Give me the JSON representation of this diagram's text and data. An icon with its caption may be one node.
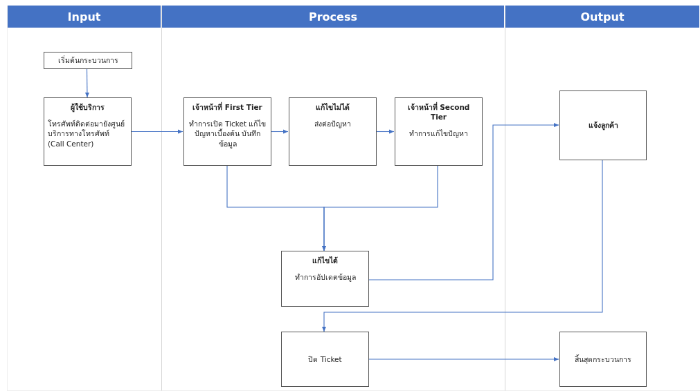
{
  "diagram": {
    "nodes": [
      {
        "text": [
          "Input"
        ]
      },
      {
        "text": [
          "Process"
        ]
      },
      {
        "text": [
          "Output"
        ]
      },
      {
        "text": [
          "เริ่มต้นกระบวนการ"
        ],
        "in": 0
      },
      {
        "text": [
          "ผู้ใช้บริการ",
          "โทรศัพท์ติดต่อมายังศูนย์บริการทางโทรศัพท์ (Call Center)"
        ],
        "in": 0
      },
      {
        "text": [
          "เจ้าหน้าที่ First Tier",
          "ทำการเปิด Ticket แก้ไขปัญหาเบื้องต้น บันทึกข้อมูล"
        ],
        "in": 1
      },
      {
        "text": [
          "แก้ไขไม่ได้",
          "ส่งต่อปัญหา"
        ],
        "in": 1
      },
      {
        "text": [
          "เจ้าหน้าที่ Second Tier",
          "ทำการแก้ไขปัญหา"
        ],
        "in": 1
      },
      {
        "text": [
          "แก้ไขได้",
          "ทำการอัปเดตข้อมูล"
        ],
        "in": 1
      },
      {
        "text": [
          "ปิด Ticket"
        ],
        "in": 1
      },
      {
        "text": [
          "แจ้งลูกค้า"
        ],
        "in": 2
      },
      {
        "text": [
          "สิ้นสุดกระบวนการ"
        ],
        "in": 2
      }
    ],
    "edges": [
      {
        "from": 3,
        "to": 4,
        "arrow": "to"
      },
      {
        "from": 4,
        "to": 5,
        "arrow": "to"
      },
      {
        "from": 5,
        "to": 6,
        "arrow": "to"
      },
      {
        "from": 6,
        "to": 7,
        "arrow": "to"
      },
      {
        "from": 5,
        "to": 8,
        "arrow": "to"
      },
      {
        "from": 7,
        "to": 8,
        "arrow": "to"
      },
      {
        "from": 8,
        "to": 10,
        "arrow": "to"
      },
      {
        "from": 10,
        "to": 9,
        "arrow": "to"
      },
      {
        "from": 9,
        "to": 11,
        "arrow": "to"
      }
    ]
  }
}
